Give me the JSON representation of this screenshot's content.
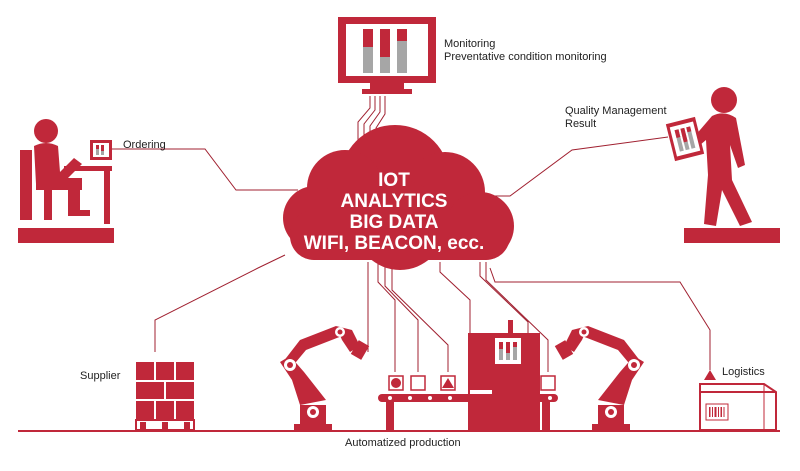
{
  "cloud": {
    "lines": [
      "IOT",
      "ANALYTICS",
      "BIG DATA",
      "WIFI, BEACON, ecc."
    ]
  },
  "labels": {
    "monitoring": "Monitoring",
    "monitoring_sub": "Preventative condition monitoring",
    "ordering": "Ordering",
    "quality": "Quality Management",
    "quality_sub": "Result",
    "supplier": "Supplier",
    "logistics": "Logistics",
    "production": "Automatized production"
  },
  "colors": {
    "brand": "#c0283a",
    "line": "#a02030",
    "bar_gray": "#a6a6a6"
  }
}
